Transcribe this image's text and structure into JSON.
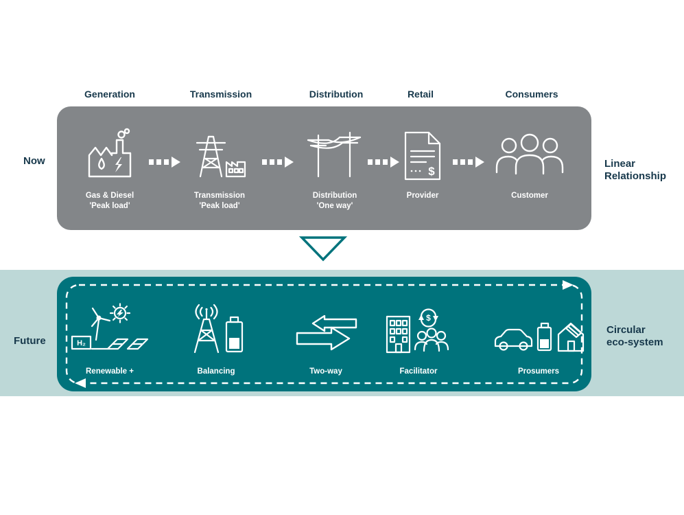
{
  "colors": {
    "background": "#ffffff",
    "now_panel": "#838689",
    "future_panel": "#00737c",
    "future_band": "#bdd8d7",
    "heading_text": "#17384b",
    "icon_and_label": "#ffffff"
  },
  "icon_glyphs": {
    "dollar": "$",
    "hydrogen": "H₂"
  },
  "connector_icon": "down-triangle-icon",
  "flow_arrow_icon": "dashed-right-arrow-icon",
  "now_section": {
    "row_label": "Now",
    "side_label_line1": "Linear",
    "side_label_line2": "Relationship",
    "column_headers": [
      "Generation",
      "Transmission",
      "Distribution",
      "Retail",
      "Consumers"
    ],
    "items": [
      {
        "icon": "gas-diesel-plant-icon",
        "label_line1": "Gas & Diesel",
        "label_line2": "'Peak load'"
      },
      {
        "icon": "transmission-tower-icon",
        "label_line1": "Transmission",
        "label_line2": "'Peak load'"
      },
      {
        "icon": "distribution-poles-icon",
        "label_line1": "Distribution",
        "label_line2": "'One way'"
      },
      {
        "icon": "provider-invoice-icon",
        "label_line1": "Provider",
        "label_line2": ""
      },
      {
        "icon": "customers-group-icon",
        "label_line1": "Customer",
        "label_line2": ""
      }
    ]
  },
  "future_section": {
    "row_label": "Future",
    "side_label_line1": "Circular",
    "side_label_line2": "eco-system",
    "items": [
      {
        "icon": "renewables-icon",
        "label": "Renewable +"
      },
      {
        "icon": "balancing-icon",
        "label": "Balancing"
      },
      {
        "icon": "two-way-icon",
        "label": "Two-way"
      },
      {
        "icon": "facilitator-icon",
        "label": "Facilitator"
      },
      {
        "icon": "prosumers-icon",
        "label": "Prosumers"
      }
    ]
  }
}
